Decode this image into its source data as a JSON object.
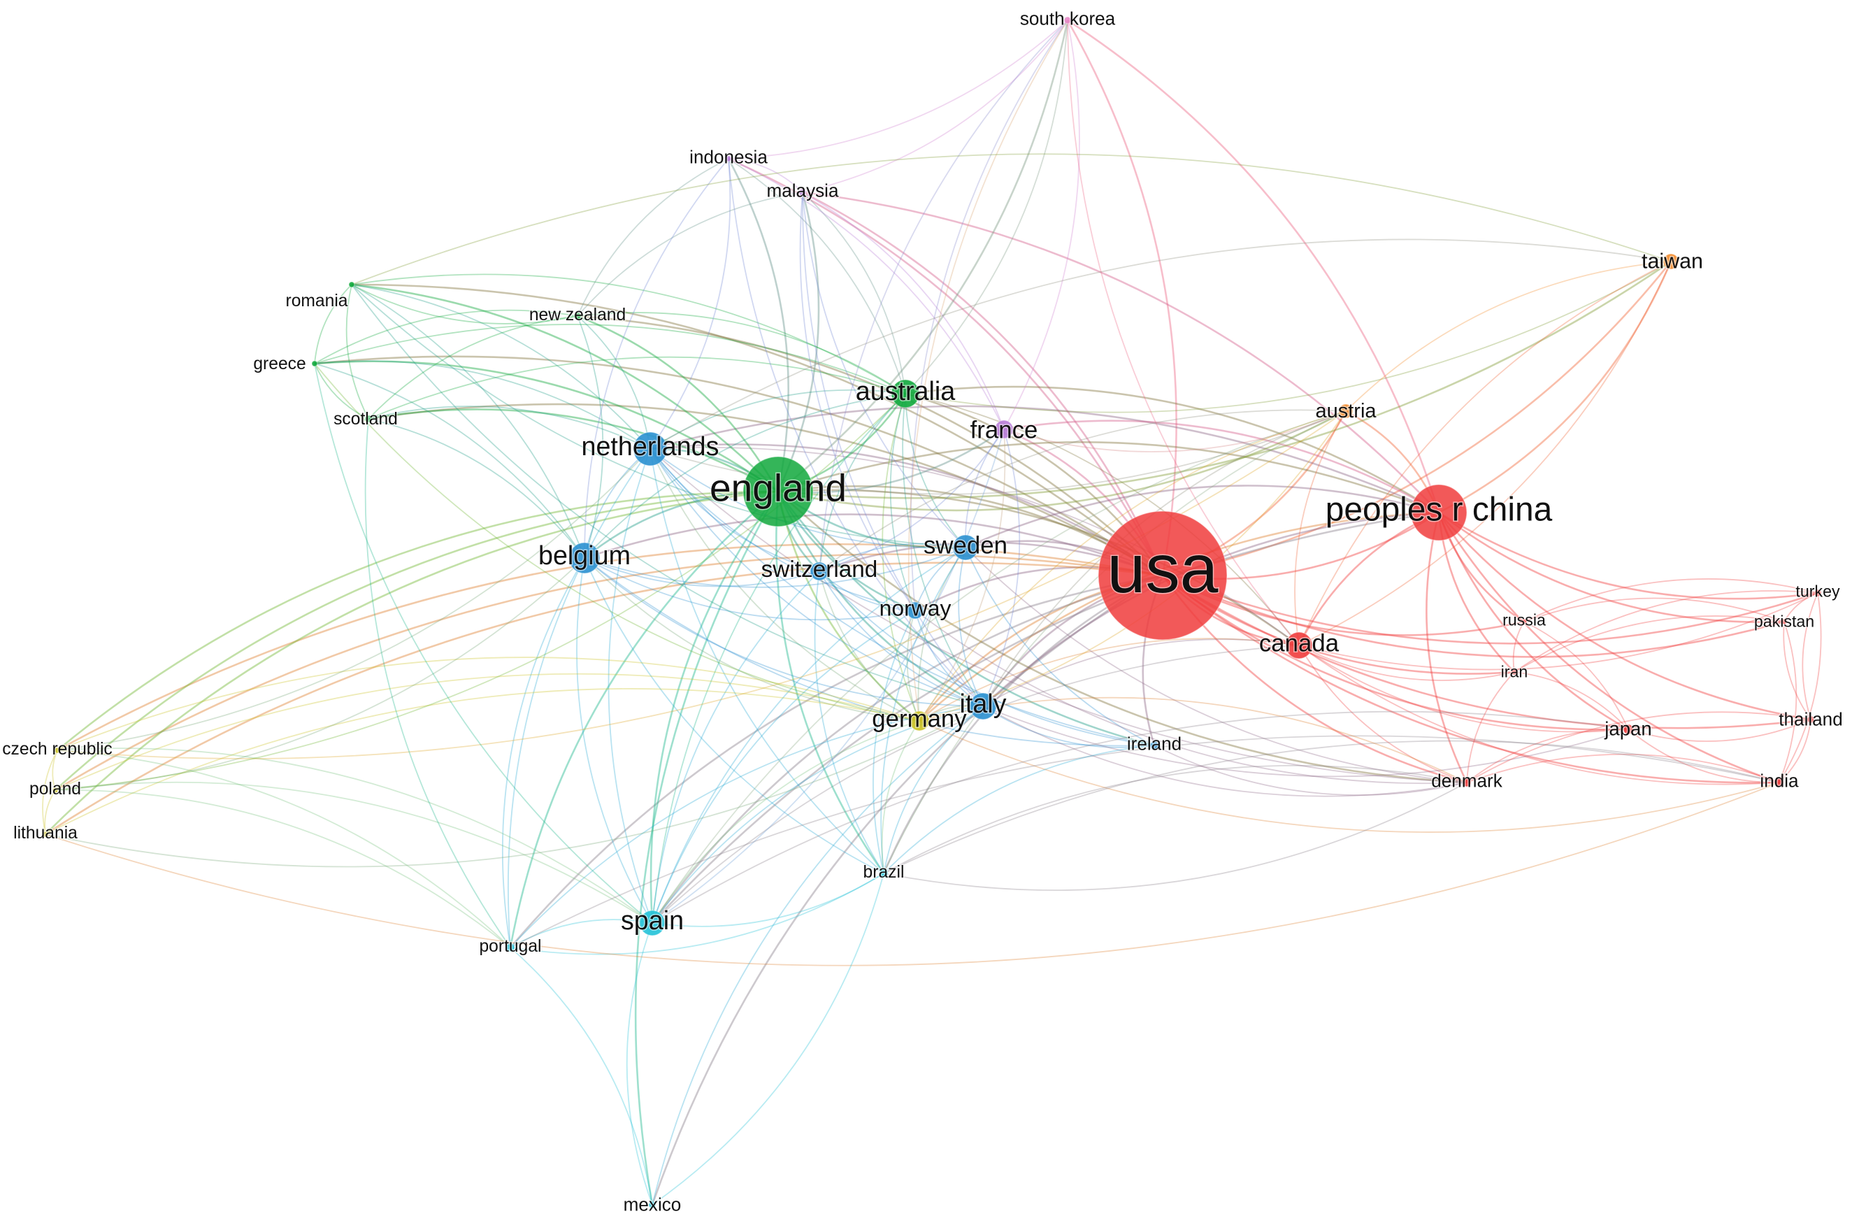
{
  "diagram": {
    "clusters": {
      "red": "#f03c3c",
      "green": "#10a83c",
      "blue": "#2a90d0",
      "yellow": "#c9c020",
      "purple": "#b87cd8",
      "cyan": "#22c2d8",
      "orange": "#f28b2c",
      "pink": "#e889c8"
    },
    "nodes": [
      {
        "id": "usa",
        "label": "usa",
        "cluster": "red"
      },
      {
        "id": "peoples-r-china",
        "label": "peoples r china",
        "cluster": "red"
      },
      {
        "id": "canada",
        "label": "canada",
        "cluster": "red"
      },
      {
        "id": "turkey",
        "label": "turkey",
        "cluster": "red"
      },
      {
        "id": "russia",
        "label": "russia",
        "cluster": "red"
      },
      {
        "id": "pakistan",
        "label": "pakistan",
        "cluster": "red"
      },
      {
        "id": "iran",
        "label": "iran",
        "cluster": "red"
      },
      {
        "id": "japan",
        "label": "japan",
        "cluster": "red"
      },
      {
        "id": "thailand",
        "label": "thailand",
        "cluster": "red"
      },
      {
        "id": "denmark",
        "label": "denmark",
        "cluster": "red"
      },
      {
        "id": "india",
        "label": "india",
        "cluster": "red"
      },
      {
        "id": "england",
        "label": "england",
        "cluster": "green"
      },
      {
        "id": "australia",
        "label": "australia",
        "cluster": "green"
      },
      {
        "id": "romania",
        "label": "romania",
        "cluster": "green"
      },
      {
        "id": "new-zealand",
        "label": "new zealand",
        "cluster": "green"
      },
      {
        "id": "greece",
        "label": "greece",
        "cluster": "green"
      },
      {
        "id": "scotland",
        "label": "scotland",
        "cluster": "green"
      },
      {
        "id": "netherlands",
        "label": "netherlands",
        "cluster": "blue"
      },
      {
        "id": "belgium",
        "label": "belgium",
        "cluster": "blue"
      },
      {
        "id": "sweden",
        "label": "sweden",
        "cluster": "blue"
      },
      {
        "id": "switzerland",
        "label": "switzerland",
        "cluster": "blue"
      },
      {
        "id": "norway",
        "label": "norway",
        "cluster": "blue"
      },
      {
        "id": "italy",
        "label": "italy",
        "cluster": "blue"
      },
      {
        "id": "ireland",
        "label": "ireland",
        "cluster": "blue"
      },
      {
        "id": "germany",
        "label": "germany",
        "cluster": "yellow"
      },
      {
        "id": "czech-republic",
        "label": "czech republic",
        "cluster": "yellow"
      },
      {
        "id": "poland",
        "label": "poland",
        "cluster": "yellow"
      },
      {
        "id": "lithuania",
        "label": "lithuania",
        "cluster": "yellow"
      },
      {
        "id": "spain",
        "label": "spain",
        "cluster": "cyan"
      },
      {
        "id": "portugal",
        "label": "portugal",
        "cluster": "cyan"
      },
      {
        "id": "brazil",
        "label": "brazil",
        "cluster": "cyan"
      },
      {
        "id": "mexico",
        "label": "mexico",
        "cluster": "cyan"
      },
      {
        "id": "france",
        "label": "france",
        "cluster": "purple"
      },
      {
        "id": "indonesia",
        "label": "indonesia",
        "cluster": "purple"
      },
      {
        "id": "malaysia",
        "label": "malaysia",
        "cluster": "purple"
      },
      {
        "id": "south-korea",
        "label": "south korea",
        "cluster": "pink"
      },
      {
        "id": "taiwan",
        "label": "taiwan",
        "cluster": "orange"
      },
      {
        "id": "austria",
        "label": "austria",
        "cluster": "orange"
      }
    ],
    "edges": [
      [
        "usa",
        "peoples-r-china"
      ],
      [
        "usa",
        "canada"
      ],
      [
        "usa",
        "england"
      ],
      [
        "usa",
        "australia"
      ],
      [
        "usa",
        "netherlands"
      ],
      [
        "usa",
        "belgium"
      ],
      [
        "usa",
        "sweden"
      ],
      [
        "usa",
        "switzerland"
      ],
      [
        "usa",
        "norway"
      ],
      [
        "usa",
        "italy"
      ],
      [
        "usa",
        "germany"
      ],
      [
        "usa",
        "spain"
      ],
      [
        "usa",
        "france"
      ],
      [
        "usa",
        "south-korea"
      ],
      [
        "usa",
        "taiwan"
      ],
      [
        "usa",
        "austria"
      ],
      [
        "usa",
        "japan"
      ],
      [
        "usa",
        "india"
      ],
      [
        "usa",
        "turkey"
      ],
      [
        "usa",
        "pakistan"
      ],
      [
        "usa",
        "russia"
      ],
      [
        "usa",
        "iran"
      ],
      [
        "usa",
        "thailand"
      ],
      [
        "usa",
        "denmark"
      ],
      [
        "usa",
        "ireland"
      ],
      [
        "usa",
        "brazil"
      ],
      [
        "usa",
        "portugal"
      ],
      [
        "usa",
        "mexico"
      ],
      [
        "usa",
        "malaysia"
      ],
      [
        "usa",
        "indonesia"
      ],
      [
        "usa",
        "new-zealand"
      ],
      [
        "usa",
        "poland"
      ],
      [
        "usa",
        "czech-republic"
      ],
      [
        "usa",
        "lithuania"
      ],
      [
        "usa",
        "romania"
      ],
      [
        "usa",
        "greece"
      ],
      [
        "usa",
        "scotland"
      ],
      [
        "peoples-r-china",
        "canada"
      ],
      [
        "peoples-r-china",
        "england"
      ],
      [
        "peoples-r-china",
        "australia"
      ],
      [
        "peoples-r-china",
        "taiwan"
      ],
      [
        "peoples-r-china",
        "south-korea"
      ],
      [
        "peoples-r-china",
        "japan"
      ],
      [
        "peoples-r-china",
        "india"
      ],
      [
        "peoples-r-china",
        "pakistan"
      ],
      [
        "peoples-r-china",
        "turkey"
      ],
      [
        "peoples-r-china",
        "russia"
      ],
      [
        "peoples-r-china",
        "iran"
      ],
      [
        "peoples-r-china",
        "thailand"
      ],
      [
        "peoples-r-china",
        "denmark"
      ],
      [
        "peoples-r-china",
        "germany"
      ],
      [
        "peoples-r-china",
        "italy"
      ],
      [
        "peoples-r-china",
        "netherlands"
      ],
      [
        "peoples-r-china",
        "sweden"
      ],
      [
        "peoples-r-china",
        "austria"
      ],
      [
        "peoples-r-china",
        "spain"
      ],
      [
        "peoples-r-china",
        "france"
      ],
      [
        "peoples-r-china",
        "malaysia"
      ],
      [
        "canada",
        "england"
      ],
      [
        "canada",
        "australia"
      ],
      [
        "canada",
        "india"
      ],
      [
        "canada",
        "japan"
      ],
      [
        "canada",
        "denmark"
      ],
      [
        "canada",
        "iran"
      ],
      [
        "canada",
        "germany"
      ],
      [
        "canada",
        "italy"
      ],
      [
        "canada",
        "spain"
      ],
      [
        "canada",
        "netherlands"
      ],
      [
        "canada",
        "taiwan"
      ],
      [
        "canada",
        "turkey"
      ],
      [
        "england",
        "australia"
      ],
      [
        "england",
        "netherlands"
      ],
      [
        "england",
        "belgium"
      ],
      [
        "england",
        "sweden"
      ],
      [
        "england",
        "switzerland"
      ],
      [
        "england",
        "norway"
      ],
      [
        "england",
        "italy"
      ],
      [
        "england",
        "germany"
      ],
      [
        "england",
        "spain"
      ],
      [
        "england",
        "france"
      ],
      [
        "england",
        "romania"
      ],
      [
        "england",
        "new-zealand"
      ],
      [
        "england",
        "greece"
      ],
      [
        "england",
        "scotland"
      ],
      [
        "england",
        "portugal"
      ],
      [
        "england",
        "brazil"
      ],
      [
        "england",
        "ireland"
      ],
      [
        "england",
        "indonesia"
      ],
      [
        "england",
        "malaysia"
      ],
      [
        "england",
        "south-korea"
      ],
      [
        "england",
        "austria"
      ],
      [
        "england",
        "denmark"
      ],
      [
        "england",
        "czech-republic"
      ],
      [
        "england",
        "poland"
      ],
      [
        "england",
        "lithuania"
      ],
      [
        "england",
        "taiwan"
      ],
      [
        "england",
        "mexico"
      ],
      [
        "australia",
        "netherlands"
      ],
      [
        "australia",
        "belgium"
      ],
      [
        "australia",
        "new-zealand"
      ],
      [
        "australia",
        "romania"
      ],
      [
        "australia",
        "greece"
      ],
      [
        "australia",
        "scotland"
      ],
      [
        "australia",
        "sweden"
      ],
      [
        "australia",
        "italy"
      ],
      [
        "australia",
        "germany"
      ],
      [
        "australia",
        "spain"
      ],
      [
        "australia",
        "malaysia"
      ],
      [
        "australia",
        "indonesia"
      ],
      [
        "australia",
        "south-korea"
      ],
      [
        "australia",
        "taiwan"
      ],
      [
        "australia",
        "norway"
      ],
      [
        "australia",
        "switzerland"
      ],
      [
        "netherlands",
        "belgium"
      ],
      [
        "netherlands",
        "sweden"
      ],
      [
        "netherlands",
        "switzerland"
      ],
      [
        "netherlands",
        "norway"
      ],
      [
        "netherlands",
        "italy"
      ],
      [
        "netherlands",
        "germany"
      ],
      [
        "netherlands",
        "spain"
      ],
      [
        "netherlands",
        "romania"
      ],
      [
        "netherlands",
        "greece"
      ],
      [
        "netherlands",
        "scotland"
      ],
      [
        "netherlands",
        "new-zealand"
      ],
      [
        "netherlands",
        "indonesia"
      ],
      [
        "netherlands",
        "portugal"
      ],
      [
        "netherlands",
        "brazil"
      ],
      [
        "netherlands",
        "ireland"
      ],
      [
        "netherlands",
        "austria"
      ],
      [
        "netherlands",
        "denmark"
      ],
      [
        "belgium",
        "sweden"
      ],
      [
        "belgium",
        "switzerland"
      ],
      [
        "belgium",
        "italy"
      ],
      [
        "belgium",
        "spain"
      ],
      [
        "belgium",
        "portugal"
      ],
      [
        "belgium",
        "brazil"
      ],
      [
        "belgium",
        "romania"
      ],
      [
        "belgium",
        "greece"
      ],
      [
        "belgium",
        "scotland"
      ],
      [
        "belgium",
        "germany"
      ],
      [
        "belgium",
        "norway"
      ],
      [
        "belgium",
        "new-zealand"
      ],
      [
        "belgium",
        "ireland"
      ],
      [
        "sweden",
        "norway"
      ],
      [
        "sweden",
        "switzerland"
      ],
      [
        "sweden",
        "italy"
      ],
      [
        "sweden",
        "germany"
      ],
      [
        "sweden",
        "spain"
      ],
      [
        "sweden",
        "denmark"
      ],
      [
        "sweden",
        "brazil"
      ],
      [
        "sweden",
        "ireland"
      ],
      [
        "switzerland",
        "norway"
      ],
      [
        "switzerland",
        "italy"
      ],
      [
        "switzerland",
        "germany"
      ],
      [
        "switzerland",
        "spain"
      ],
      [
        "switzerland",
        "brazil"
      ],
      [
        "switzerland",
        "ireland"
      ],
      [
        "switzerland",
        "france"
      ],
      [
        "norway",
        "italy"
      ],
      [
        "norway",
        "germany"
      ],
      [
        "norway",
        "spain"
      ],
      [
        "norway",
        "brazil"
      ],
      [
        "norway",
        "denmark"
      ],
      [
        "italy",
        "germany"
      ],
      [
        "italy",
        "spain"
      ],
      [
        "italy",
        "portugal"
      ],
      [
        "italy",
        "brazil"
      ],
      [
        "italy",
        "ireland"
      ],
      [
        "italy",
        "france"
      ],
      [
        "italy",
        "mexico"
      ],
      [
        "italy",
        "japan"
      ],
      [
        "italy",
        "denmark"
      ],
      [
        "germany",
        "spain"
      ],
      [
        "germany",
        "brazil"
      ],
      [
        "germany",
        "czech-republic"
      ],
      [
        "germany",
        "poland"
      ],
      [
        "germany",
        "lithuania"
      ],
      [
        "germany",
        "france"
      ],
      [
        "germany",
        "india"
      ],
      [
        "germany",
        "austria"
      ],
      [
        "spain",
        "portugal"
      ],
      [
        "spain",
        "brazil"
      ],
      [
        "spain",
        "mexico"
      ],
      [
        "spain",
        "czech-republic"
      ],
      [
        "spain",
        "poland"
      ],
      [
        "spain",
        "france"
      ],
      [
        "portugal",
        "brazil"
      ],
      [
        "portugal",
        "czech-republic"
      ],
      [
        "portugal",
        "poland"
      ],
      [
        "czech-republic",
        "poland"
      ],
      [
        "czech-republic",
        "lithuania"
      ],
      [
        "poland",
        "lithuania"
      ],
      [
        "czech-republic",
        "netherlands"
      ],
      [
        "poland",
        "belgium"
      ],
      [
        "lithuania",
        "italy"
      ],
      [
        "czech-republic",
        "austria"
      ],
      [
        "poland",
        "australia"
      ],
      [
        "lithuania",
        "india"
      ],
      [
        "romania",
        "greece"
      ],
      [
        "romania",
        "scotland"
      ],
      [
        "greece",
        "scotland"
      ],
      [
        "romania",
        "new-zealand"
      ],
      [
        "romania",
        "italy"
      ],
      [
        "greece",
        "spain"
      ],
      [
        "scotland",
        "portugal"
      ],
      [
        "romania",
        "sweden"
      ],
      [
        "greece",
        "germany"
      ],
      [
        "france",
        "malaysia"
      ],
      [
        "france",
        "indonesia"
      ],
      [
        "france",
        "south-korea"
      ],
      [
        "france",
        "austria"
      ],
      [
        "france",
        "sweden"
      ],
      [
        "malaysia",
        "indonesia"
      ],
      [
        "malaysia",
        "south-korea"
      ],
      [
        "indonesia",
        "south-korea"
      ],
      [
        "malaysia",
        "new-zealand"
      ],
      [
        "indonesia",
        "new-zealand"
      ],
      [
        "malaysia",
        "norway"
      ],
      [
        "indonesia",
        "belgium"
      ],
      [
        "malaysia",
        "sweden"
      ],
      [
        "malaysia",
        "italy"
      ],
      [
        "indonesia",
        "italy"
      ],
      [
        "south-korea",
        "norway"
      ],
      [
        "south-korea",
        "switzerland"
      ],
      [
        "south-korea",
        "germany"
      ],
      [
        "south-korea",
        "canada"
      ],
      [
        "taiwan",
        "austria"
      ],
      [
        "taiwan",
        "canada"
      ],
      [
        "taiwan",
        "netherlands"
      ],
      [
        "taiwan",
        "romania"
      ],
      [
        "austria",
        "italy"
      ],
      [
        "austria",
        "germany"
      ],
      [
        "austria",
        "switzerland"
      ],
      [
        "austria",
        "canada"
      ],
      [
        "austria",
        "spain"
      ],
      [
        "austria",
        "brazil"
      ],
      [
        "japan",
        "india"
      ],
      [
        "japan",
        "thailand"
      ],
      [
        "japan",
        "denmark"
      ],
      [
        "japan",
        "iran"
      ],
      [
        "japan",
        "russia"
      ],
      [
        "japan",
        "spain"
      ],
      [
        "india",
        "thailand"
      ],
      [
        "india",
        "turkey"
      ],
      [
        "india",
        "pakistan"
      ],
      [
        "india",
        "denmark"
      ],
      [
        "india",
        "brazil"
      ],
      [
        "india",
        "portugal"
      ],
      [
        "turkey",
        "pakistan"
      ],
      [
        "turkey",
        "iran"
      ],
      [
        "turkey",
        "russia"
      ],
      [
        "turkey",
        "thailand"
      ],
      [
        "pakistan",
        "iran"
      ],
      [
        "pakistan",
        "russia"
      ],
      [
        "pakistan",
        "thailand"
      ],
      [
        "russia",
        "iran"
      ],
      [
        "iran",
        "denmark"
      ],
      [
        "thailand",
        "denmark"
      ],
      [
        "denmark",
        "germany"
      ],
      [
        "denmark",
        "brazil"
      ],
      [
        "ireland",
        "brazil"
      ],
      [
        "ireland",
        "denmark"
      ],
      [
        "mexico",
        "portugal"
      ],
      [
        "mexico",
        "brazil"
      ],
      [
        "brazil",
        "denmark"
      ],
      [
        "new-zealand",
        "scotland"
      ],
      [
        "new-zealand",
        "greece"
      ]
    ]
  }
}
